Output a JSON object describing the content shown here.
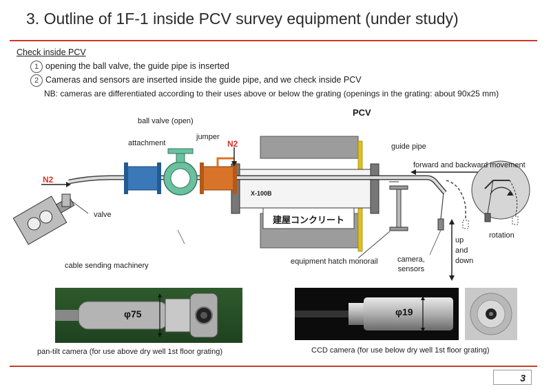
{
  "title": "3. Outline of 1F-1 inside PCV survey equipment (under study)",
  "section": "Check inside PCV",
  "steps": [
    {
      "num": "1",
      "text": "opening the ball valve, the guide pipe is inserted"
    },
    {
      "num": "2",
      "text": "Cameras and sensors are inserted inside the guide pipe, and we check inside PCV"
    }
  ],
  "note": "NB: cameras are differentiated according to their uses above or below the grating (openings in the grating: about 90x25 mm)",
  "diagram": {
    "ball_valve": "ball valve (open)",
    "jumper": "jumper",
    "attachment": "attachment",
    "n2_top": "N2",
    "n2_left": "N2",
    "pcv": "PCV",
    "guide_pipe": "guide pipe",
    "forward_backward": "forward and backward movement",
    "valve": "valve",
    "x100b": "X-100B",
    "building_concrete": "建屋コンクリート",
    "rotation": "rotation",
    "up_and_down": [
      "up",
      "and",
      "down"
    ],
    "camera_sensors": [
      "camera,",
      "sensors"
    ],
    "cable_machinery": "cable sending machinery",
    "hatch_monorail": "equipment hatch monorail"
  },
  "photos": {
    "pan_tilt_dim": "φ75",
    "pan_tilt_caption": "pan-tilt camera (for use above dry well 1st floor grating)",
    "ccd_dim": "φ19",
    "ccd_caption": "CCD camera (for use below dry well 1st floor grating)"
  },
  "page_number": "3",
  "colors": {
    "accent_rule": "#c63a2b",
    "n2_label": "#d8322a",
    "attachment": "#3a78b8",
    "jumper": "#d8742a",
    "pcv_wall": "#e0c020"
  }
}
